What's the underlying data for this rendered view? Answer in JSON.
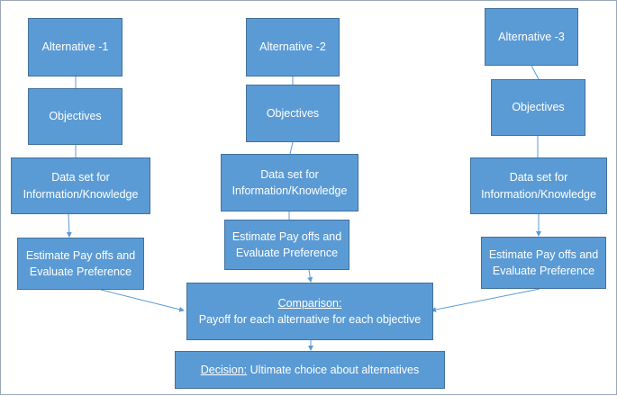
{
  "colors": {
    "box_fill": "#5b9bd5",
    "box_border": "#41719c",
    "connector": "#5b9bd5",
    "text": "#ffffff"
  },
  "columns": [
    {
      "alternative": "Alternative -1",
      "objectives": "Objectives",
      "data_set": [
        "Data set for",
        "Information/Knowledge"
      ],
      "estimate": [
        "Estimate Pay offs and",
        "Evaluate Preference"
      ]
    },
    {
      "alternative": "Alternative -2",
      "objectives": "Objectives",
      "data_set": [
        "Data set for",
        "Information/Knowledge"
      ],
      "estimate": [
        "Estimate Pay offs and",
        "Evaluate Preference"
      ]
    },
    {
      "alternative": "Alternative -3",
      "objectives": "Objectives",
      "data_set": [
        "Data set for",
        "Information/Knowledge"
      ],
      "estimate": [
        "Estimate Pay offs and",
        "Evaluate Preference"
      ]
    }
  ],
  "comparison": {
    "heading": "Comparison:",
    "text": "Payoff for each alternative for each objective"
  },
  "decision": {
    "heading": "Decision:",
    "text": " Ultimate choice about alternatives"
  }
}
